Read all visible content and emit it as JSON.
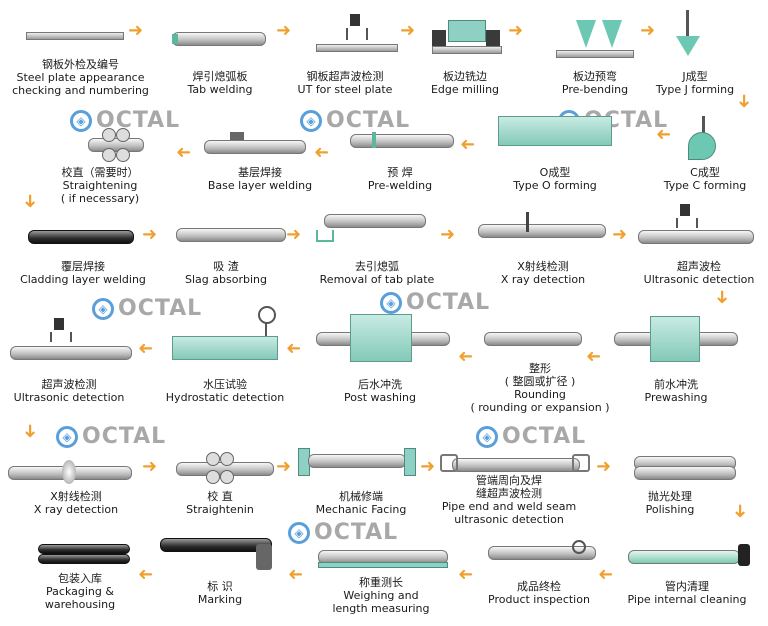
{
  "logo_text": "OCTAL",
  "accent_color": "#f0a030",
  "steps": [
    {
      "cn": "钢板外检及编号",
      "en1": "Steel plate appearance",
      "en2": "checking and numbering"
    },
    {
      "cn": "焊引熄弧板",
      "en1": "Tab welding"
    },
    {
      "cn": "钢板超声波检测",
      "en1": "UT for steel plate"
    },
    {
      "cn": "板边铣边",
      "en1": "Edge milling"
    },
    {
      "cn": "板边预弯",
      "en1": "Pre-bending"
    },
    {
      "cn": "J成型",
      "en1": "Type J forming"
    },
    {
      "cn": "C成型",
      "en1": "Type C forming"
    },
    {
      "cn": "O成型",
      "en1": "Type O forming"
    },
    {
      "cn": "预 焊",
      "en1": "Pre-welding"
    },
    {
      "cn": "基层焊接",
      "en1": "Base layer welding"
    },
    {
      "cn": "校直（需要时）",
      "en1": "Straightening",
      "en2": "( if necessary)"
    },
    {
      "cn": "覆层焊接",
      "en1": "Cladding layer welding"
    },
    {
      "cn": "吸 渣",
      "en1": "Slag absorbing"
    },
    {
      "cn": "去引熄弧",
      "en1": "Removal of tab plate"
    },
    {
      "cn": "X射线检测",
      "en1": "X ray detection"
    },
    {
      "cn": "超声波检",
      "en1": "Ultrasonic detection"
    },
    {
      "cn": "前水冲洗",
      "en1": "Prewashing"
    },
    {
      "cn": "整形",
      "en1": "( 整圆或扩径 )",
      "en2": "Rounding",
      "en3": "( rounding or expansion )"
    },
    {
      "cn": "后水冲洗",
      "en1": "Post washing"
    },
    {
      "cn": "水压试验",
      "en1": "Hydrostatic detection"
    },
    {
      "cn": "超声波检测",
      "en1": "Ultrasonic detection"
    },
    {
      "cn": "X射线检测",
      "en1": "X ray detection"
    },
    {
      "cn": "校 直",
      "en1": "Straightenin"
    },
    {
      "cn": "机械修端",
      "en1": "Mechanic Facing"
    },
    {
      "cn": "管端周向及焊",
      "en1": "缝超声波检测",
      "en2": "Pipe end and weld seam",
      "en3": "ultrasonic detection"
    },
    {
      "cn": "抛光处理",
      "en1": "Polishing"
    },
    {
      "cn": "管内清理",
      "en1": "Pipe internal cleaning"
    },
    {
      "cn": "成品终检",
      "en1": "Product inspection"
    },
    {
      "cn": "称重测长",
      "en1": "Weighing and",
      "en2": "length measuring"
    },
    {
      "cn": "标 识",
      "en1": "Marking"
    },
    {
      "cn": "包装入库",
      "en1": "Packaging &",
      "en2": "warehousing"
    }
  ]
}
